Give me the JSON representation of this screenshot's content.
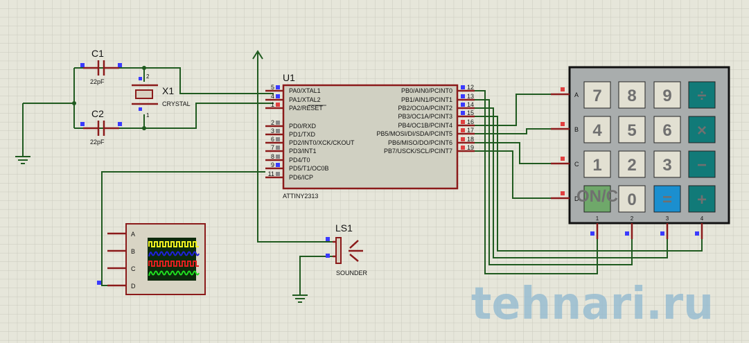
{
  "colors": {
    "wire": "#1f5a1f",
    "pin": "#8b1a1a",
    "background": "#e6e6da",
    "chip": "#d0d0c2",
    "keypad": "#a9adad",
    "teal": "#117a78",
    "blue": "#1b8fcf",
    "green": "#6fa86a",
    "watermark": "#8fb8d0"
  },
  "u1": {
    "ref": "U1",
    "part": "ATTINY2313",
    "left_pins": [
      {
        "num": "5",
        "name": "PA0/XTAL1"
      },
      {
        "num": "4",
        "name": "PA1/XTAL2"
      },
      {
        "num": "1",
        "name": "PA2/RESET"
      },
      {
        "num": "2",
        "name": "PD0/RXD"
      },
      {
        "num": "3",
        "name": "PD1/TXD"
      },
      {
        "num": "6",
        "name": "PD2/INT0/XCK/CKOUT"
      },
      {
        "num": "7",
        "name": "PD3/INT1"
      },
      {
        "num": "8",
        "name": "PD4/T0"
      },
      {
        "num": "9",
        "name": "PD5/T1/OC0B"
      },
      {
        "num": "11",
        "name": "PD6/ICP"
      }
    ],
    "right_pins": [
      {
        "num": "12",
        "name": "PB0/AIN0/PCINT0"
      },
      {
        "num": "13",
        "name": "PB1/AIN1/PCINT1"
      },
      {
        "num": "14",
        "name": "PB2/OC0A/PCINT2"
      },
      {
        "num": "15",
        "name": "PB3/OC1A/PCINT3"
      },
      {
        "num": "16",
        "name": "PB4/OC1B/PCINT4"
      },
      {
        "num": "17",
        "name": "PB5/MOSI/DI/SDA/PCINT5"
      },
      {
        "num": "18",
        "name": "PB6/MISO/DO/PCINT6"
      },
      {
        "num": "19",
        "name": "PB7/USCK/SCL/PCINT7"
      }
    ]
  },
  "c1": {
    "ref": "C1",
    "value": "22pF"
  },
  "c2": {
    "ref": "C2",
    "value": "22pF"
  },
  "x1": {
    "ref": "X1",
    "value": "CRYSTAL",
    "pin_top": "2",
    "pin_bottom": "1"
  },
  "ls1": {
    "ref": "LS1",
    "value": "SOUNDER"
  },
  "scope": {
    "channels": [
      "A",
      "B",
      "C",
      "D"
    ],
    "trace_colors": [
      "#f0f020",
      "#2020e0",
      "#e02020",
      "#20e020"
    ]
  },
  "keypad": {
    "rows": [
      "A",
      "B",
      "C",
      "D"
    ],
    "cols": [
      "1",
      "2",
      "3",
      "4"
    ],
    "keys": [
      [
        "7",
        "8",
        "9",
        "÷"
      ],
      [
        "4",
        "5",
        "6",
        "×"
      ],
      [
        "1",
        "2",
        "3",
        "−"
      ],
      [
        "ON/C",
        "0",
        "=",
        "+"
      ]
    ]
  },
  "watermark": "tehnari.ru"
}
